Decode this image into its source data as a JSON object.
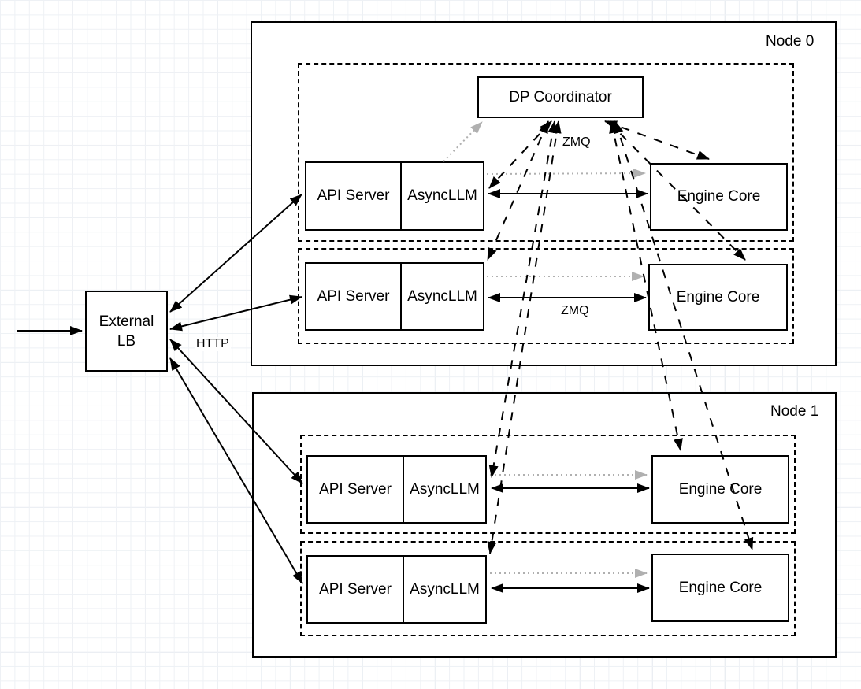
{
  "nodes": [
    {
      "label": "Node 0"
    },
    {
      "label": "Node 1"
    }
  ],
  "external_lb": {
    "line1": "External",
    "line2": "LB"
  },
  "dp_coordinator": {
    "label": "DP Coordinator"
  },
  "rows": [
    {
      "api_server": "API Server",
      "async_llm": "AsyncLLM",
      "engine_core": "Engine Core"
    },
    {
      "api_server": "API Server",
      "async_llm": "AsyncLLM",
      "engine_core": "Engine Core"
    },
    {
      "api_server": "API Server",
      "async_llm": "AsyncLLM",
      "engine_core": "Engine Core"
    },
    {
      "api_server": "API Server",
      "async_llm": "AsyncLLM",
      "engine_core": "Engine Core"
    }
  ],
  "edge_labels": {
    "zmq_coordinator": "ZMQ",
    "zmq_row": "ZMQ",
    "http": "HTTP"
  },
  "colors": {
    "stroke": "#000000",
    "gray_link": "#b0b0b0",
    "grid": "#eef1f5"
  }
}
